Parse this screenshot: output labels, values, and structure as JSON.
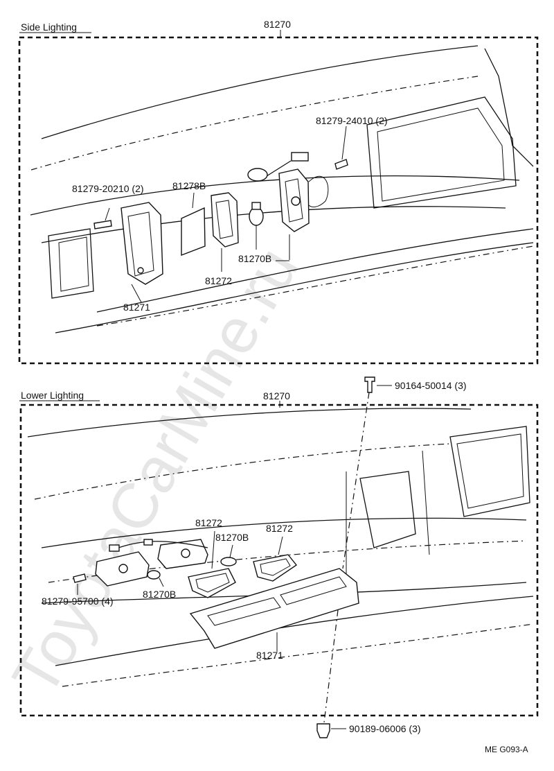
{
  "watermark": "ToyotaCarMine.ru",
  "figure_code": "ME G093-A",
  "sections": {
    "side": {
      "title": "Side Lighting",
      "assembly": "81270",
      "callouts": {
        "screw_top": "81279-24010 (2)",
        "screw_left": "81279-20210 (2)",
        "gasket_b": "81278B",
        "bulb": "81270B",
        "gasket": "81272",
        "lamp": "81271"
      }
    },
    "lower": {
      "title": "Lower Lighting",
      "assembly": "81270",
      "callouts": {
        "screw_top": "90164-50014 (3)",
        "screw_left": "81279-95700 (4)",
        "gasket_left": "81272",
        "gasket_right": "81272",
        "bulb_upper": "81270B",
        "bulb_lower": "81270B",
        "lamp": "81271",
        "clip_bottom": "90189-06006 (3)"
      }
    }
  }
}
